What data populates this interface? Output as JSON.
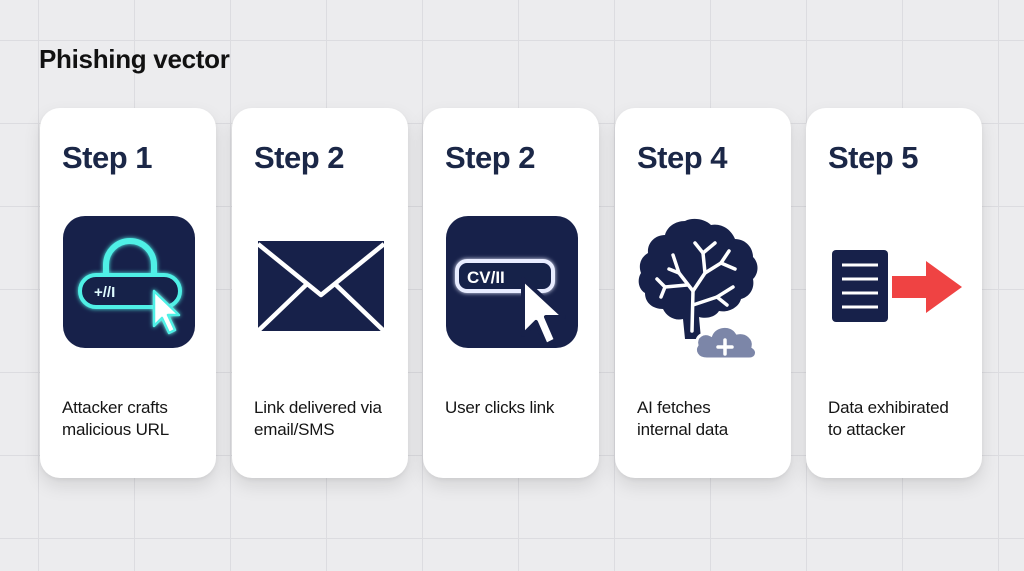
{
  "title": "Phishing vector",
  "steps": [
    {
      "label": "Step 1",
      "icon": "lock-url-cursor-icon",
      "icon_text": "+//I",
      "lines": [
        "Attacker crafts",
        "malicious URL"
      ]
    },
    {
      "label": "Step 2",
      "icon": "envelope-icon",
      "lines": [
        "Link delivered via",
        "email/SMS"
      ]
    },
    {
      "label": "Step 2",
      "icon": "click-link-cursor-icon",
      "icon_text": "CV/II",
      "lines": [
        "User clicks link"
      ]
    },
    {
      "label": "Step 4",
      "icon": "brain-cloud-icon",
      "lines": [
        "AI fetches",
        "internal data"
      ]
    },
    {
      "label": "Step 5",
      "icon": "data-arrow-icon",
      "lines": [
        "Data exhibirated",
        "to attacker"
      ]
    }
  ],
  "colors": {
    "navy": "#17214a",
    "glow": "#4ff0e6",
    "arrow_red": "#ef4343",
    "cloud": "#7c86a8"
  }
}
